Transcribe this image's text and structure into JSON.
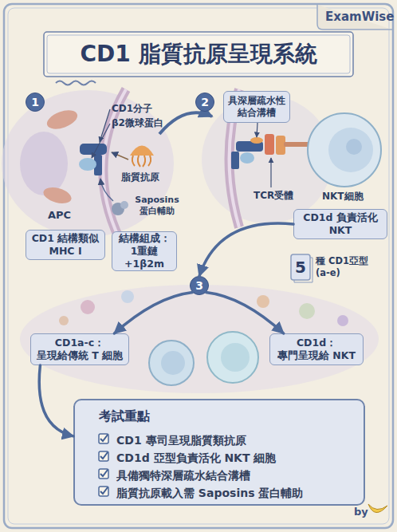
{
  "diagram": {
    "title": "CD1 脂質抗原呈現系統",
    "nodes": [
      {
        "text": [
          "1"
        ]
      },
      {
        "text": [
          "2"
        ]
      },
      {
        "text": [
          "具深層疏水性結合溝槽"
        ]
      },
      {
        "text": [
          "CD1 結構類似 MHC I"
        ]
      },
      {
        "text": [
          "結構組成： 1重鏈+1β2m"
        ]
      },
      {
        "text": [
          "CD1d 負責活化 NKT"
        ]
      },
      {
        "text": [
          "5",
          "種 CD1亞型 (a-e)"
        ]
      },
      {
        "text": [
          "3"
        ]
      },
      {
        "text": [
          "CD1a-c： 呈現給傳統 T 細胞"
        ]
      },
      {
        "text": [
          "CD1d： 專門呈現給 NKT"
        ]
      },
      {
        "text": [
          "考試重點",
          "CD1 專司呈現脂質類抗原",
          "CD1d 亞型負責活化 NKT 細胞",
          "具備獨特深層疏水結合溝槽",
          "脂質抗原載入需 Saposins 蛋白輔助"
        ]
      }
    ],
    "edges": [
      {
        "from": 5,
        "to": 7,
        "arrow": "to"
      },
      {
        "from": 7,
        "to": 8,
        "arrow": "to"
      },
      {
        "from": 7,
        "to": 9,
        "arrow": "to"
      },
      {
        "from": 8,
        "to": 10,
        "arrow": "to"
      }
    ],
    "labels": [
      "ExamWise",
      "CD1分子",
      "β2微球蛋白",
      "脂質抗原",
      "APC",
      "Saposins 蛋白輔助",
      "TCR受體",
      "NKT細胞",
      "by"
    ]
  }
}
